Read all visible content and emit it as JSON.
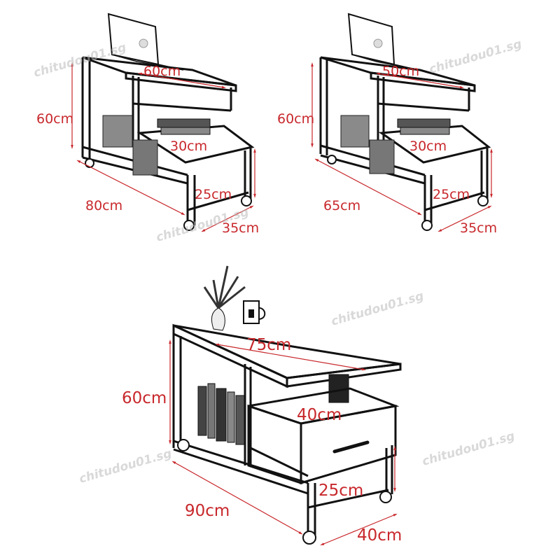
{
  "watermark": "chitudou01.sg",
  "colors": {
    "dimension_text": "#c8282c",
    "dimension_line": "#c8282c",
    "frame": "#111111"
  },
  "diagrams": [
    {
      "variant": "80cm side table",
      "top_length": "60cm",
      "height": "60cm",
      "shelf_width": "30cm",
      "shelf_gap": "25cm",
      "length": "80cm",
      "depth": "35cm"
    },
    {
      "variant": "65cm side table",
      "top_length": "50cm",
      "height": "60cm",
      "shelf_width": "30cm",
      "shelf_gap": "25cm",
      "length": "65cm",
      "depth": "35cm"
    },
    {
      "variant": "90cm side table with drawer",
      "top_length": "75cm",
      "height": "60cm",
      "drawer_width": "40cm",
      "shelf_gap": "25cm",
      "length": "90cm",
      "depth": "40cm"
    }
  ]
}
